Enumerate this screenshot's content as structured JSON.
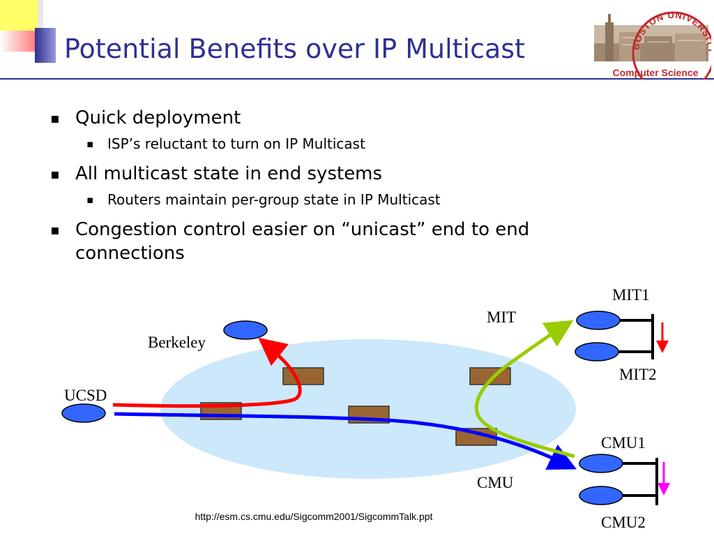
{
  "slide": {
    "title": "Potential Benefits over IP Multicast",
    "logo": {
      "university": "BOSTON UNIVERSITY",
      "department": "Computer Science"
    },
    "bullets": [
      {
        "text": "Quick deployment",
        "sub": [
          "ISP’s reluctant to turn on IP Multicast"
        ]
      },
      {
        "text": "All multicast state in end systems",
        "sub": [
          "Routers maintain per-group state in IP Multicast"
        ]
      },
      {
        "text": "Congestion control easier on “unicast” end to end connections",
        "sub": []
      }
    ],
    "diagram": {
      "labels": {
        "berkeley": "Berkeley",
        "ucsd": "UCSD",
        "mit": "MIT",
        "mit1": "MIT1",
        "mit2": "MIT2",
        "cmu": "CMU",
        "cmu1": "CMU1",
        "cmu2": "CMU2"
      }
    },
    "source_url": "http://esm.cs.cmu.edu/Sigcomm2001/SigcommTalk.ppt"
  },
  "colors": {
    "title": "#2e3192",
    "host": "#3366ff",
    "router": "#996633",
    "cloud": "#cce8fb",
    "path_red": "#ff0000",
    "path_blue": "#0000ff",
    "path_green": "#99cc00",
    "arrow_magenta": "#ff00ff"
  }
}
